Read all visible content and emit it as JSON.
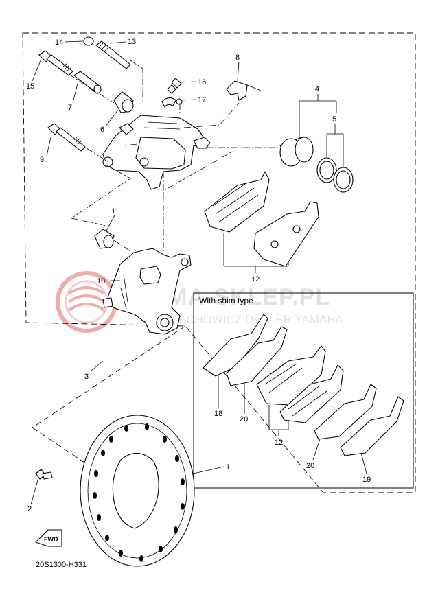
{
  "diagram_code": "20S1300-H331",
  "shim_box_title": "With shim type",
  "fwd_label": "FWD",
  "watermark": {
    "main": "YAMA-SKLEP.PL",
    "sub": "WOJCIECHOWICZ DEALER YAMAHA",
    "color": "#e05a5a"
  },
  "callouts": {
    "c1": "1",
    "c2": "2",
    "c3": "3",
    "c4": "4",
    "c5": "5",
    "c6": "6",
    "c7": "7",
    "c8": "8",
    "c9": "9",
    "c10": "10",
    "c11": "11",
    "c12": "12",
    "c13": "13",
    "c14": "14",
    "c15": "15",
    "c16": "16",
    "c17": "17",
    "c18": "18",
    "c19": "19",
    "c20a": "20",
    "c20b": "20",
    "c12b": "12"
  }
}
